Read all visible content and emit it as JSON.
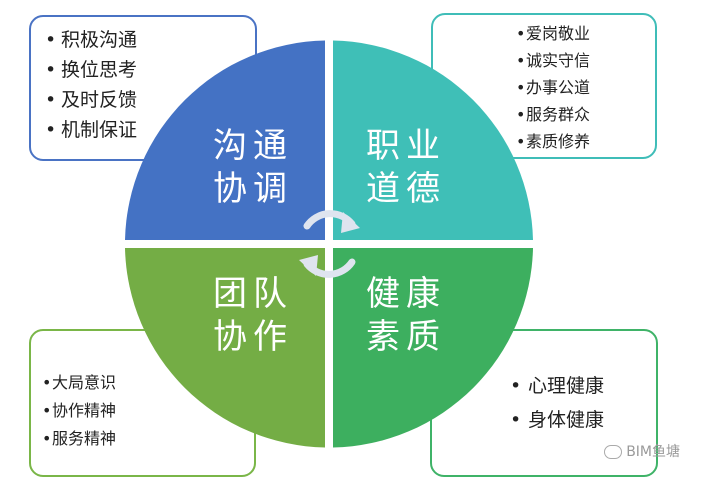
{
  "quadrants": {
    "top_left": {
      "line1": "沟通",
      "line2": "协调",
      "color": "#4472c4"
    },
    "top_right": {
      "line1": "职业",
      "line2": "道德",
      "color": "#3fbfb7"
    },
    "bottom_left": {
      "line1": "团队",
      "line2": "协作",
      "color": "#74ad45"
    },
    "bottom_right": {
      "line1": "健康",
      "line2": "素质",
      "color": "#3daf5f"
    }
  },
  "boxes": {
    "top_left": {
      "items": [
        "积极沟通",
        "换位思考",
        "及时反馈",
        "机制保证"
      ]
    },
    "top_right": {
      "items": [
        "爱岗敬业",
        "诚实守信",
        "办事公道",
        "服务群众",
        "素质修养"
      ]
    },
    "bottom_left": {
      "items": [
        "大局意识",
        "协作精神",
        "服务精神"
      ]
    },
    "bottom_right": {
      "items": [
        "心理健康",
        "身体健康"
      ]
    }
  },
  "center_icon": "cycle-arrows-icon",
  "watermark": {
    "text": "BIM鱼塘",
    "icon": "wechat-icon"
  }
}
